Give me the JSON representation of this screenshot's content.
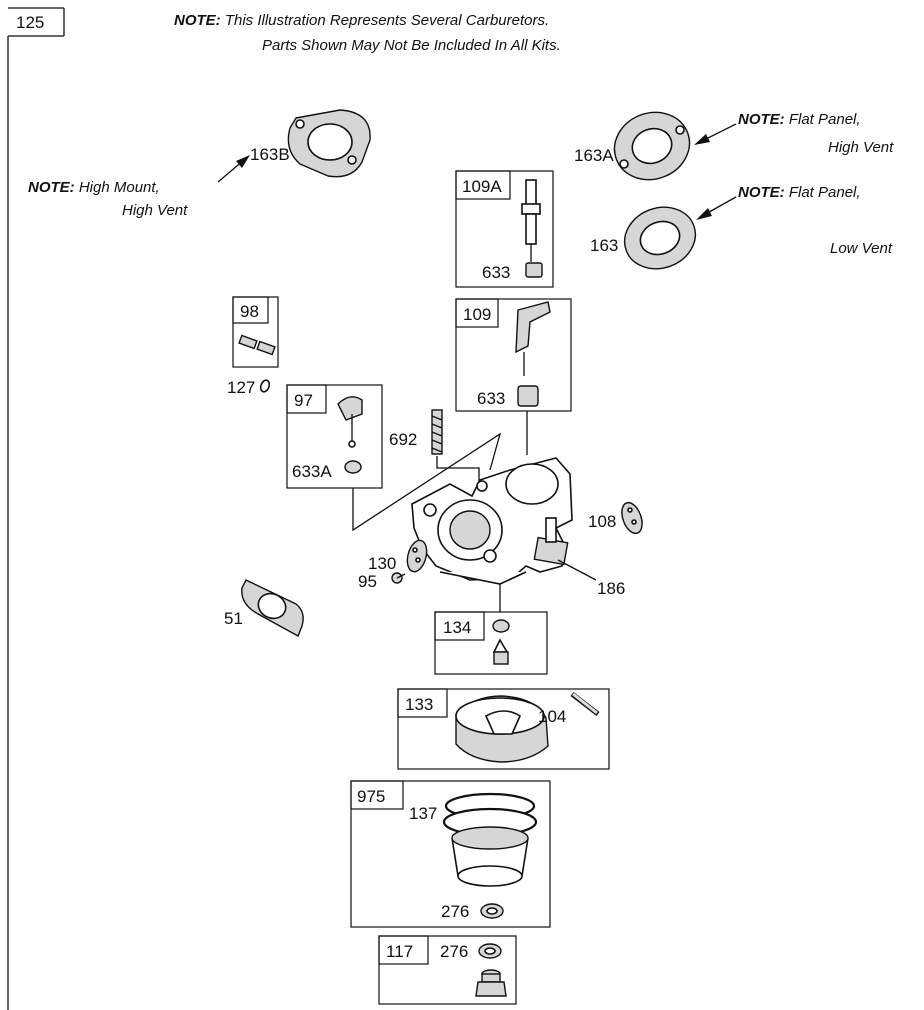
{
  "frame": {
    "number": "125"
  },
  "header_note": {
    "prefix": "NOTE:",
    "line1": " This Illustration Represents Several Carburetors.",
    "line2": "Parts Shown May Not Be Included In All Kits."
  },
  "side_notes": {
    "high_mount": {
      "prefix": "NOTE:",
      "line1": " High Mount,",
      "line2": "High Vent"
    },
    "flat_panel_high": {
      "prefix": "NOTE:",
      "line1": " Flat Panel,",
      "line2": "High Vent"
    },
    "flat_panel_low": {
      "prefix": "NOTE:",
      "line1": " Flat Panel,",
      "line2": "Low Vent"
    }
  },
  "kits": {
    "k109A": "109A",
    "k109": "109",
    "k98": "98",
    "k97": "97",
    "k134": "134",
    "k133": "133",
    "k975": "975",
    "k117": "117"
  },
  "parts": {
    "p163B": "163B",
    "p163A": "163A",
    "p163": "163",
    "p633_top": "633",
    "p633_mid": "633",
    "p127": "127",
    "p633A": "633A",
    "p692": "692",
    "p108": "108",
    "p130": "130",
    "p95": "95",
    "p186": "186",
    "p51": "51",
    "p104": "104",
    "p137": "137",
    "p276_a": "276",
    "p276_b": "276"
  }
}
